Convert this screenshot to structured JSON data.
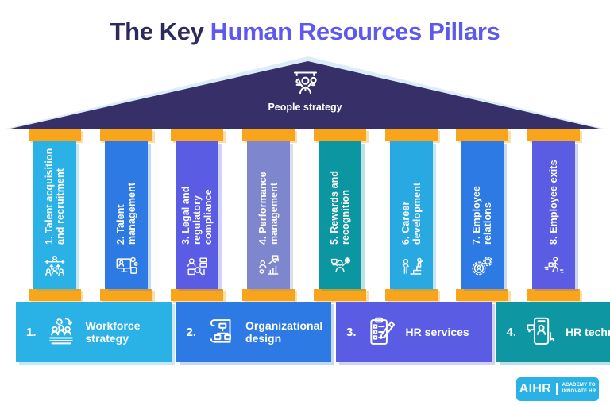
{
  "title": {
    "prefix": "The Key",
    "highlight": "Human Resources Pillars"
  },
  "roof": {
    "label": "People strategy",
    "icon": "people-strategy-icon"
  },
  "pillars": [
    {
      "num": "1.",
      "label": "Talent acquisition and recruitment",
      "color": "#2ab2e6",
      "icon": "talent-acquisition-icon"
    },
    {
      "num": "2.",
      "label": "Talent management",
      "color": "#2e7ae5",
      "icon": "talent-management-icon"
    },
    {
      "num": "3.",
      "label": "Legal and regulatory compliance",
      "color": "#5a5ce4",
      "icon": "legal-compliance-icon"
    },
    {
      "num": "4.",
      "label": "Performance management",
      "color": "#7e87cd",
      "icon": "performance-management-icon"
    },
    {
      "num": "5.",
      "label": "Rewards and recognition",
      "color": "#0b96a2",
      "icon": "rewards-recognition-icon"
    },
    {
      "num": "6.",
      "label": "Career development",
      "color": "#29a9e2",
      "icon": "career-development-icon"
    },
    {
      "num": "7.",
      "label": "Employee relations",
      "color": "#2e7ae5",
      "icon": "employee-relations-icon"
    },
    {
      "num": "8.",
      "label": "Employee exits",
      "color": "#5a5ce4",
      "icon": "employee-exits-icon"
    }
  ],
  "foundation": [
    {
      "num": "1.",
      "label": "Workforce strategy",
      "color": "#2ab2e6",
      "icon": "workforce-strategy-icon"
    },
    {
      "num": "2.",
      "label": "Organizational design",
      "color": "#2e7ae5",
      "icon": "organizational-design-icon"
    },
    {
      "num": "3.",
      "label": "HR services",
      "color": "#5a5ce4",
      "icon": "hr-services-icon"
    },
    {
      "num": "4.",
      "label": "HR technology",
      "color": "#0f96a3",
      "icon": "hr-technology-icon"
    }
  ],
  "logo": {
    "name": "AIHR",
    "tagline_line1": "ACADEMY TO",
    "tagline_line2": "INNOVATE HR",
    "color": "#2ab2e6"
  },
  "colors": {
    "background": "#ffffff",
    "title_dark": "#2e2a5e",
    "title_accent": "#5d59ee",
    "roof": "#373068",
    "roof_highlight": "#dcedf8",
    "column_orange": "#f9a51b",
    "text_on_fills": "#ffffff"
  }
}
